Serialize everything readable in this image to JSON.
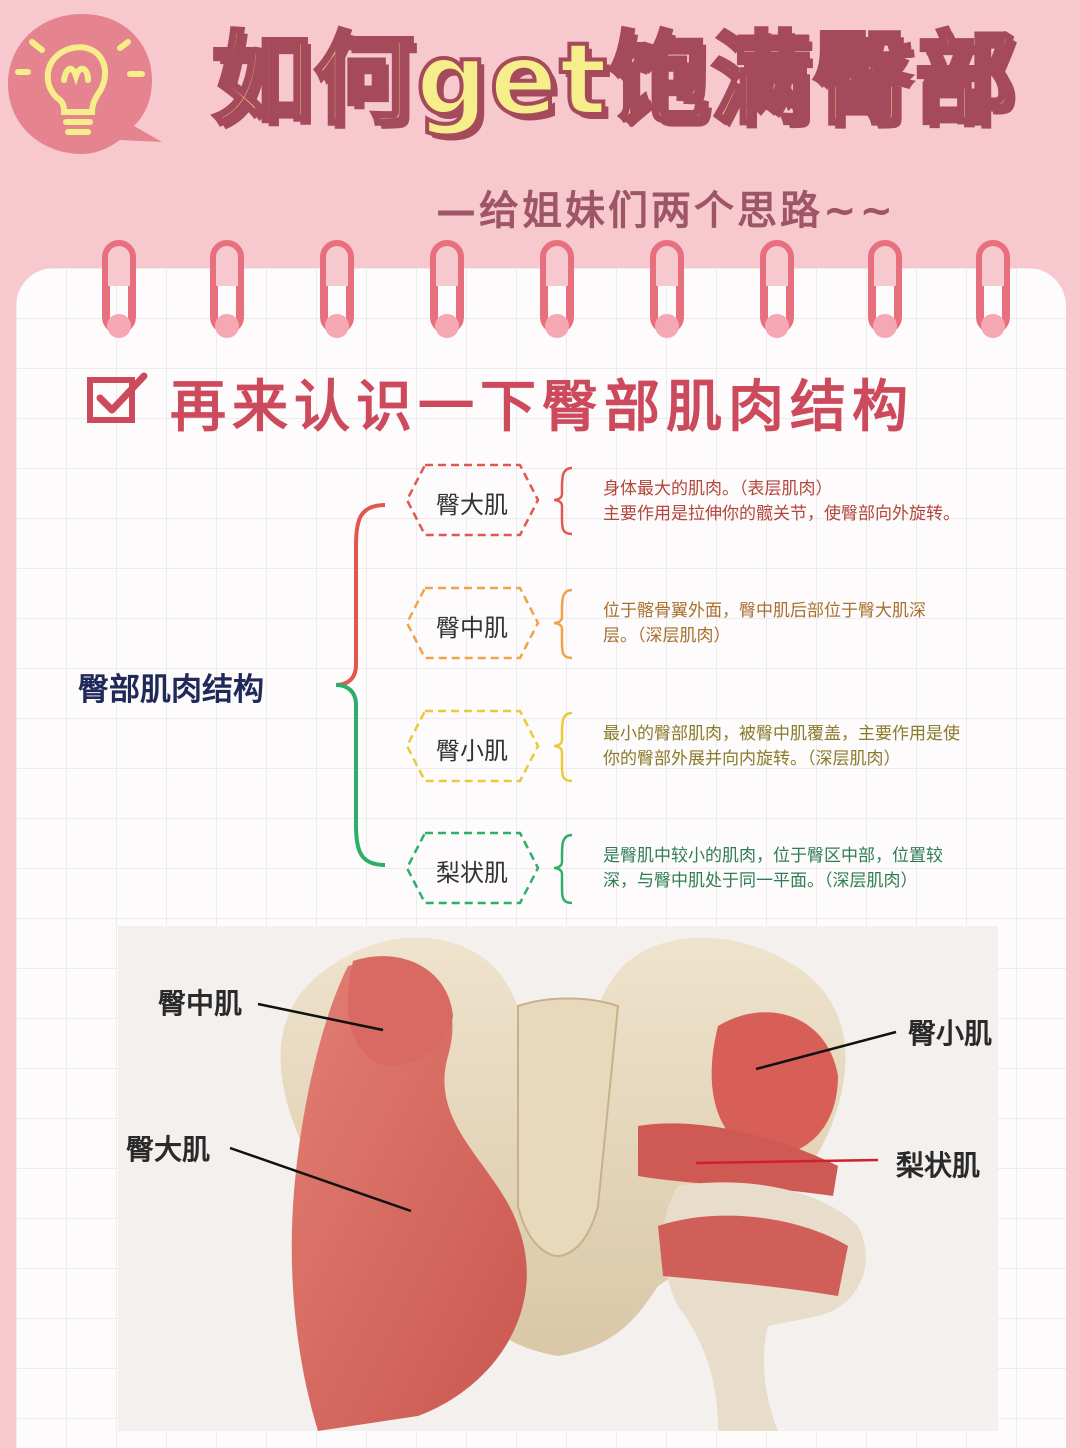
{
  "header": {
    "title": "如何get饱满臀部",
    "subtitle": "—给姐妹们两个思路~~"
  },
  "section": {
    "icon": "checkbox-check-icon",
    "title": "再来认识一下臀部肌肉结构"
  },
  "mindmap": {
    "root": "臀部肌肉结构",
    "branches": [
      {
        "name": "臀大肌",
        "color": "#e0584e",
        "lines": [
          "身体最大的肌肉。（表层肌肉）",
          "主要作用是拉伸你的髋关节，使臀部向外旋转。"
        ]
      },
      {
        "name": "臀中肌",
        "color": "#f1a24a",
        "lines": [
          "位于髂骨翼外面，臀中肌后部位于臀大肌深",
          "层。（深层肌肉）"
        ]
      },
      {
        "name": "臀小肌",
        "color": "#ecc93a",
        "lines": [
          "最小的臀部肌肉，被臀中肌覆盖，主要作用是使",
          "你的臀部外展并向内旋转。（深层肌肉）"
        ]
      },
      {
        "name": "梨状肌",
        "color": "#2eae6b",
        "lines": [
          "是臀肌中较小的肌肉，位于臀区中部，位置较",
          "深，与臀中肌处于同一平面。（深层肌肉）"
        ]
      }
    ]
  },
  "anatomy": {
    "labels": {
      "gluteus_medius": "臀中肌",
      "gluteus_maximus": "臀大肌",
      "gluteus_minimus": "臀小肌",
      "piriformis": "梨状肌"
    }
  }
}
